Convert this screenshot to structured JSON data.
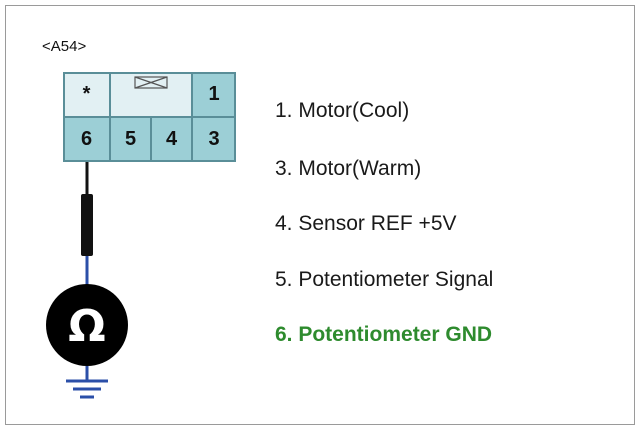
{
  "connector": {
    "label": "<A54>",
    "top_row": [
      {
        "text": "*"
      },
      {
        "text": ""
      },
      {
        "text": "1"
      }
    ],
    "bottom_row": [
      {
        "text": "6"
      },
      {
        "text": "5"
      },
      {
        "text": "4"
      },
      {
        "text": "3"
      }
    ],
    "colors": {
      "pin_fill": "#9ccfd6",
      "blank_fill": "#e2f0f3",
      "border": "#5a8e98"
    }
  },
  "meter": {
    "symbol": "Ω"
  },
  "legend": {
    "items": [
      {
        "text": "1. Motor(Cool)"
      },
      {
        "text": "3. Motor(Warm)"
      },
      {
        "text": "4. Sensor REF +5V"
      },
      {
        "text": "5. Potentiometer Signal"
      },
      {
        "text": "6. Potentiometer GND"
      }
    ],
    "highlight_color": "#2e8b2e"
  }
}
